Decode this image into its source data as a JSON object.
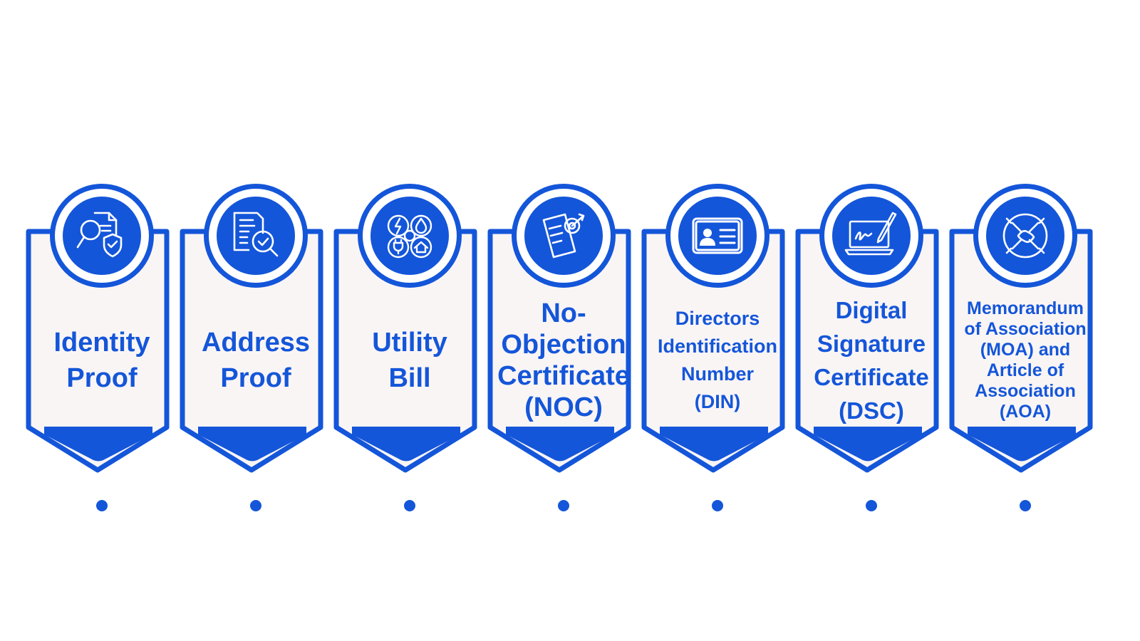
{
  "accent_color": "#1456d9",
  "card_fill": "#faf5f5",
  "items": [
    {
      "label": "Identity Proof",
      "icon": "identity-search-shield-icon"
    },
    {
      "label": "Address Proof",
      "icon": "document-magnifier-check-icon"
    },
    {
      "label": "Utility Bill",
      "icon": "utilities-electric-water-gas-icon"
    },
    {
      "label": "No-Objection Certificate (NOC)",
      "icon": "certificate-target-icon"
    },
    {
      "label": "Directors Identification Number (DIN)",
      "icon": "id-card-icon"
    },
    {
      "label": "Digital Signature Certificate (DSC)",
      "icon": "laptop-signature-pen-icon"
    },
    {
      "label": "Memorandum of Association (MOA) and Article of Association (AOA)",
      "icon": "hands-together-icon"
    }
  ]
}
